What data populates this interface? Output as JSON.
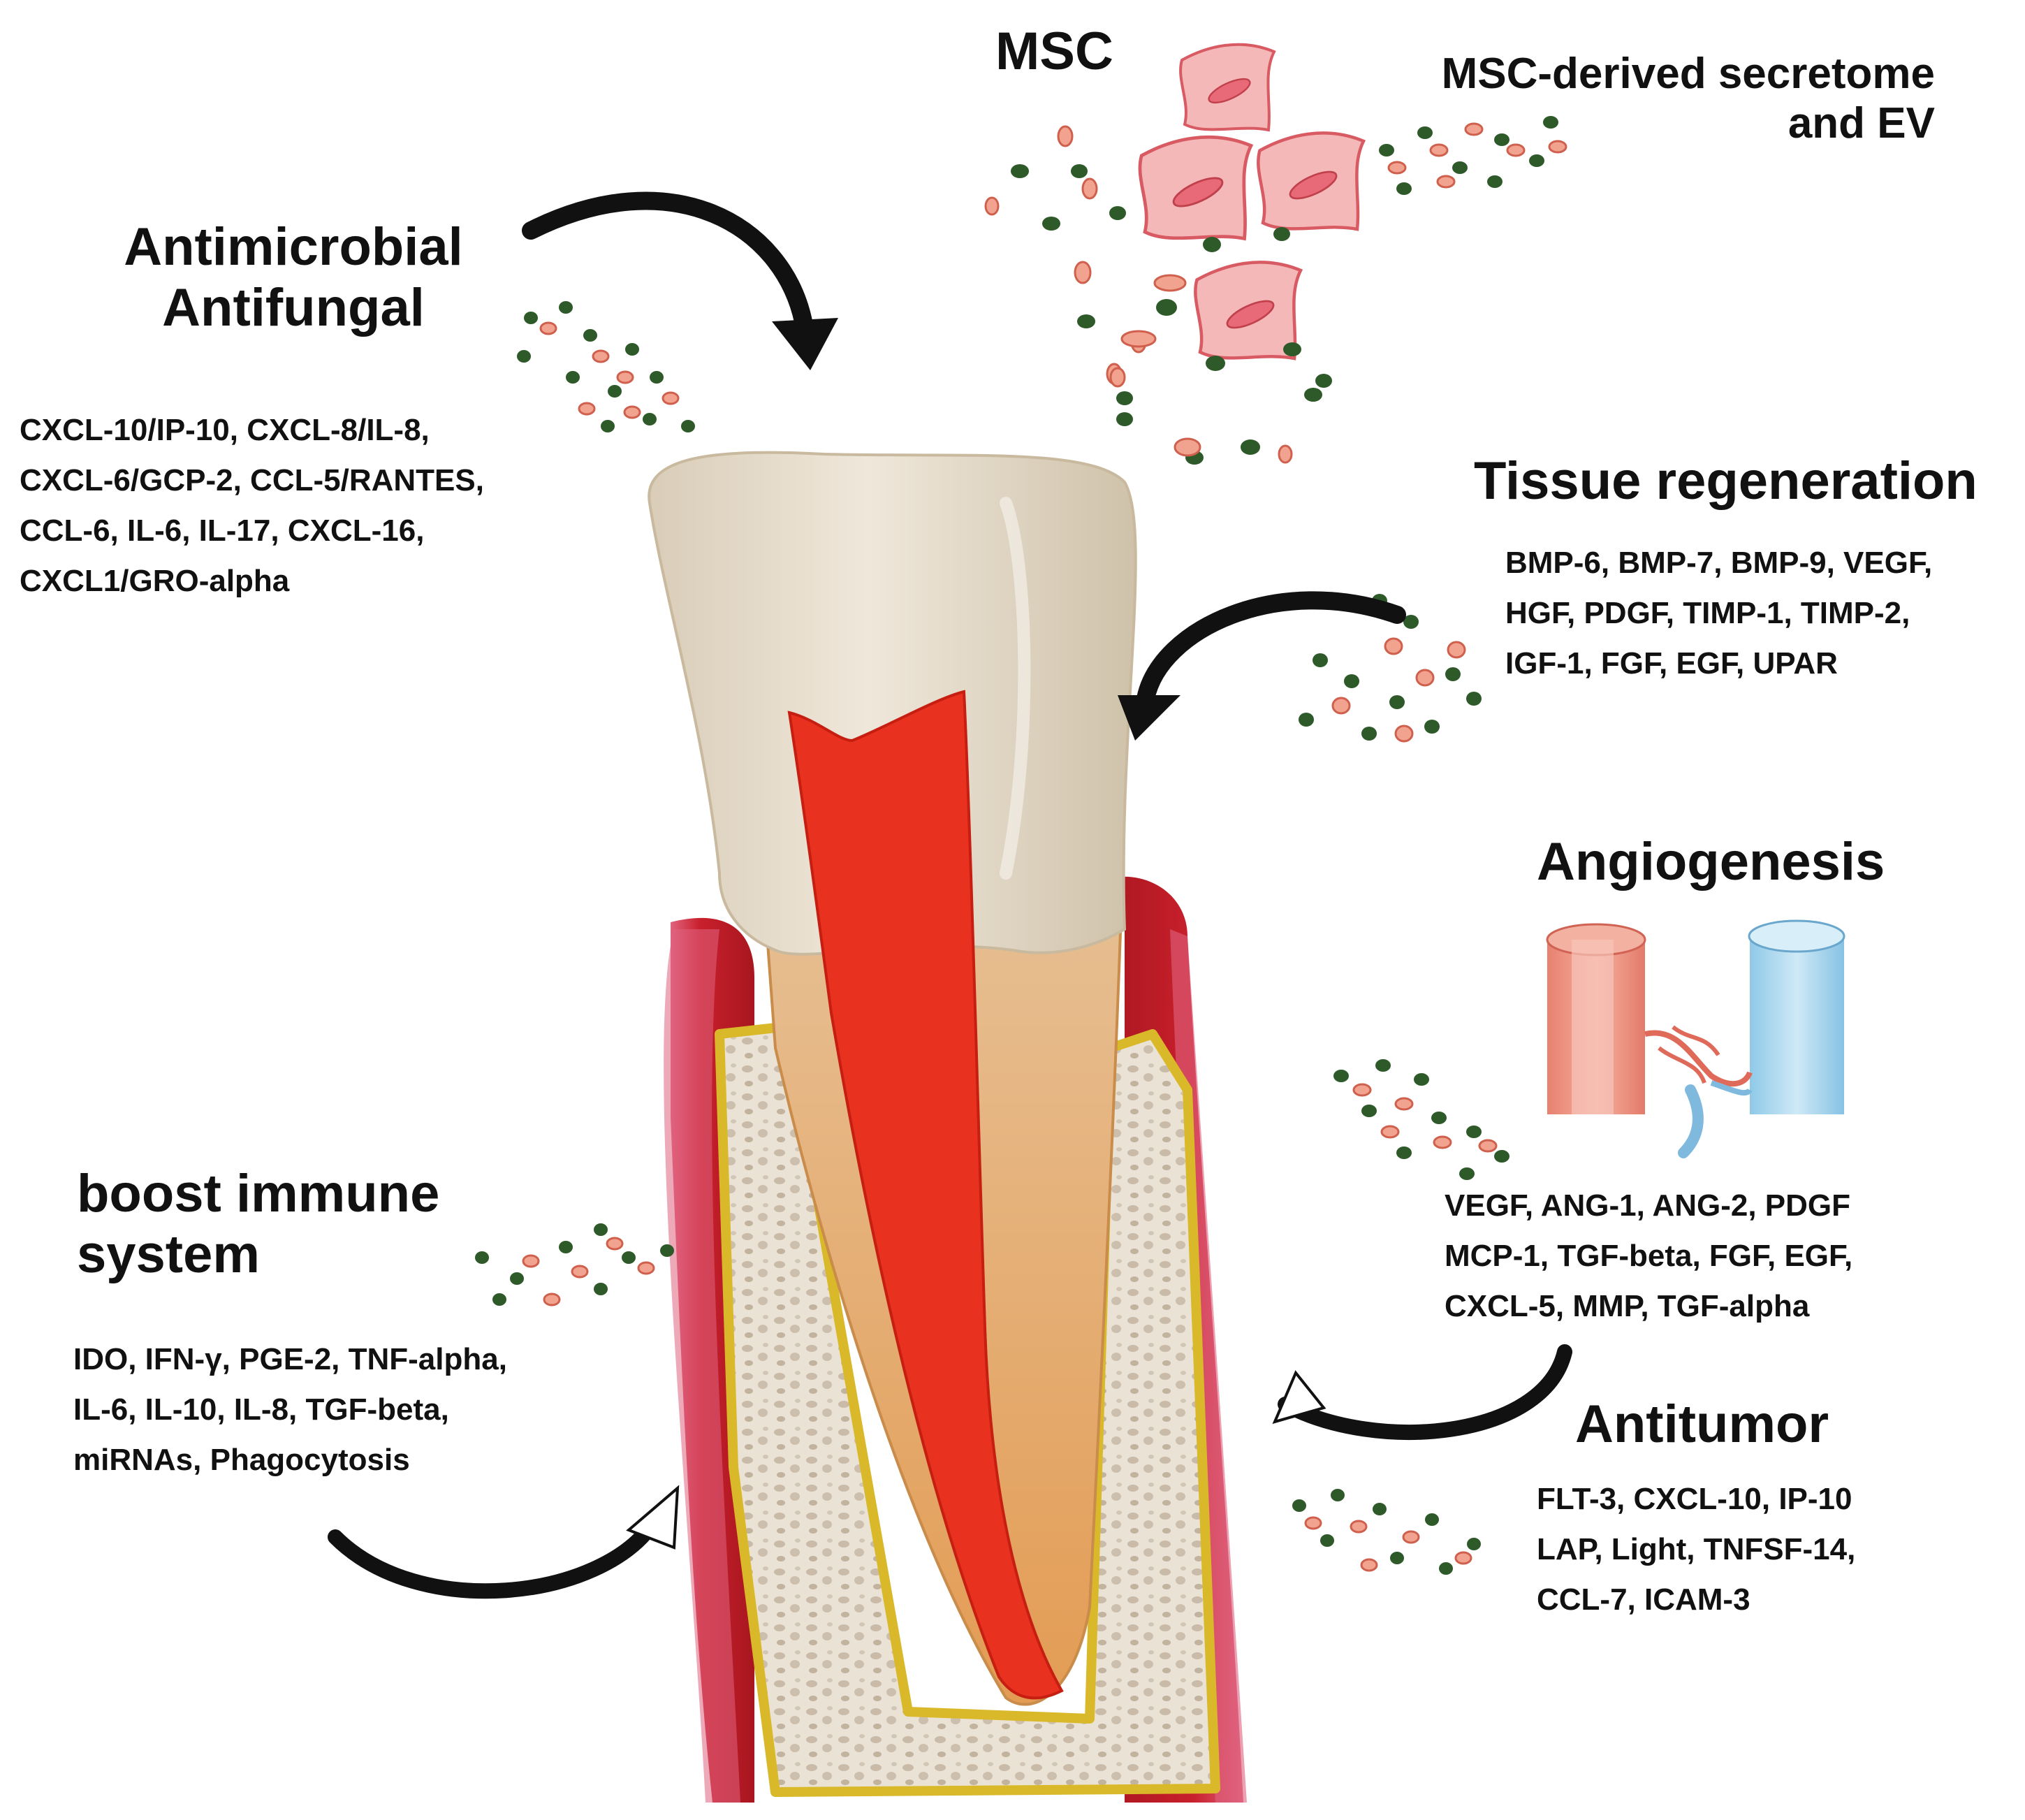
{
  "diagram": {
    "msc": {
      "title": "MSC"
    },
    "secretome": {
      "line1": "MSC-derived secretome",
      "line2": "and EV"
    },
    "antimicrobial": {
      "title_line1": "Antimicrobial",
      "title_line2": "Antifungal",
      "factors": [
        "CXCL-10/IP-10, CXCL-8/IL-8,",
        "CXCL-6/GCP-2,  CCL-5/RANTES,",
        "CCL-6, IL-6, IL-17, CXCL-16,",
        "CXCL1/GRO-alpha"
      ]
    },
    "tissue_regeneration": {
      "title": "Tissue regeneration",
      "factors": [
        "BMP-6, BMP-7, BMP-9, VEGF,",
        "HGF, PDGF, TIMP-1, TIMP-2,",
        "IGF-1, FGF, EGF, UPAR"
      ]
    },
    "angiogenesis": {
      "title": "Angiogenesis",
      "factors": [
        "VEGF, ANG-1, ANG-2, PDGF",
        "MCP-1, TGF-beta, FGF, EGF,",
        "CXCL-5, MMP, TGF-alpha"
      ]
    },
    "immune": {
      "title_line1": "boost immune",
      "title_line2": "system",
      "factors": [
        "IDO, IFN-γ, PGE-2, TNF-alpha,",
        "IL-6, IL-10, IL-8, TGF-beta,",
        "miRNAs, Phagocytosis"
      ]
    },
    "antitumor": {
      "title": "Antitumor",
      "factors": [
        "FLT-3, CXCL-10, IP-10",
        "LAP, Light, TNFSF-14,",
        "CCL-7, ICAM-3"
      ]
    },
    "colors": {
      "gum": "#c8202c",
      "gum_light": "#e0637f",
      "pulp": "#e8321f",
      "bone_border": "#d9b92a",
      "bone": "#ebe2d6",
      "crown": "#e7dccb",
      "root": "#e9b46c",
      "vesicle_green": "#2e5a2a",
      "vesicle_pink": "#f2a38f",
      "msc_cell": "#f5b8b8",
      "msc_nucleus": "#e86a78",
      "artery": "#e8806f",
      "vein": "#8fc9e8"
    },
    "icons": [
      "msc-cell-icon",
      "vesicle-cluster-icon",
      "curved-arrow-icon",
      "blood-vessel-icon",
      "tooth-icon"
    ]
  }
}
